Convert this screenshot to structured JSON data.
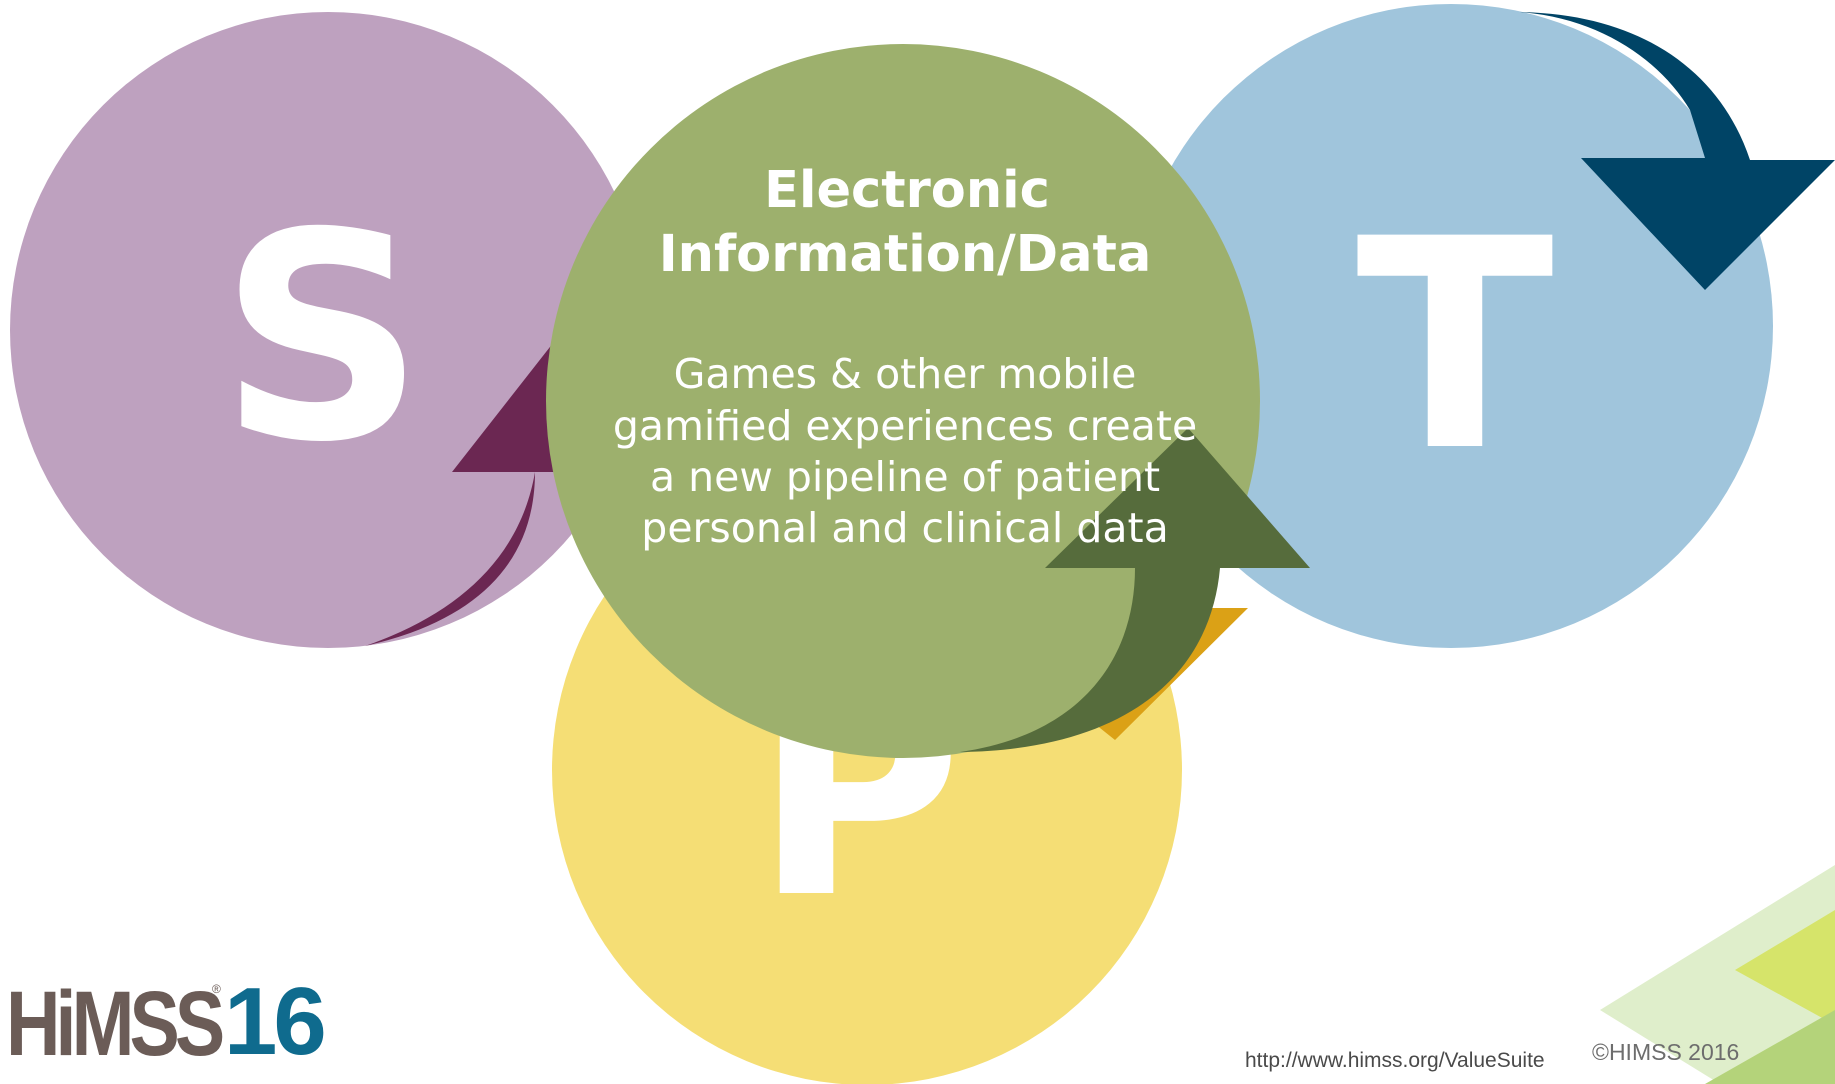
{
  "slide": {
    "center_title": [
      "Electronic",
      "Information/Data"
    ],
    "center_body": [
      "Games & other mobile",
      "gamified experiences create",
      "a new pipeline of patient",
      "personal and clinical data"
    ],
    "letters": {
      "s": "S",
      "t": "T",
      "p": "P"
    }
  },
  "logo": {
    "word": "HiMSS",
    "registered": "®",
    "year": "16"
  },
  "footer": {
    "url": "http://www.himss.org/ValueSuite",
    "copyright": "©HIMSS 2016"
  },
  "colors": {
    "purple_circle": "#bea1bf",
    "purple_arrow": "#6b2752",
    "blue_circle": "#a0c5dc",
    "blue_arrow": "#004466",
    "yellow_circle": "#f5de75",
    "yellow_arrow": "#dba116",
    "green_circle": "#9db06d",
    "green_arrow": "#566c3c",
    "logo_gray": "#6b5c57",
    "logo_blue": "#0f6b8e"
  },
  "icons": [
    "stpe-cycle-diagram",
    "himss-logo"
  ]
}
